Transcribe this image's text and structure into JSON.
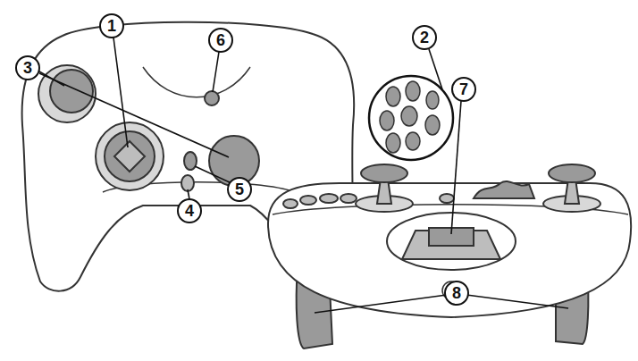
{
  "diagram": {
    "labels": [
      "1",
      "6",
      "2",
      "3",
      "7",
      "5",
      "4",
      "8"
    ]
  }
}
